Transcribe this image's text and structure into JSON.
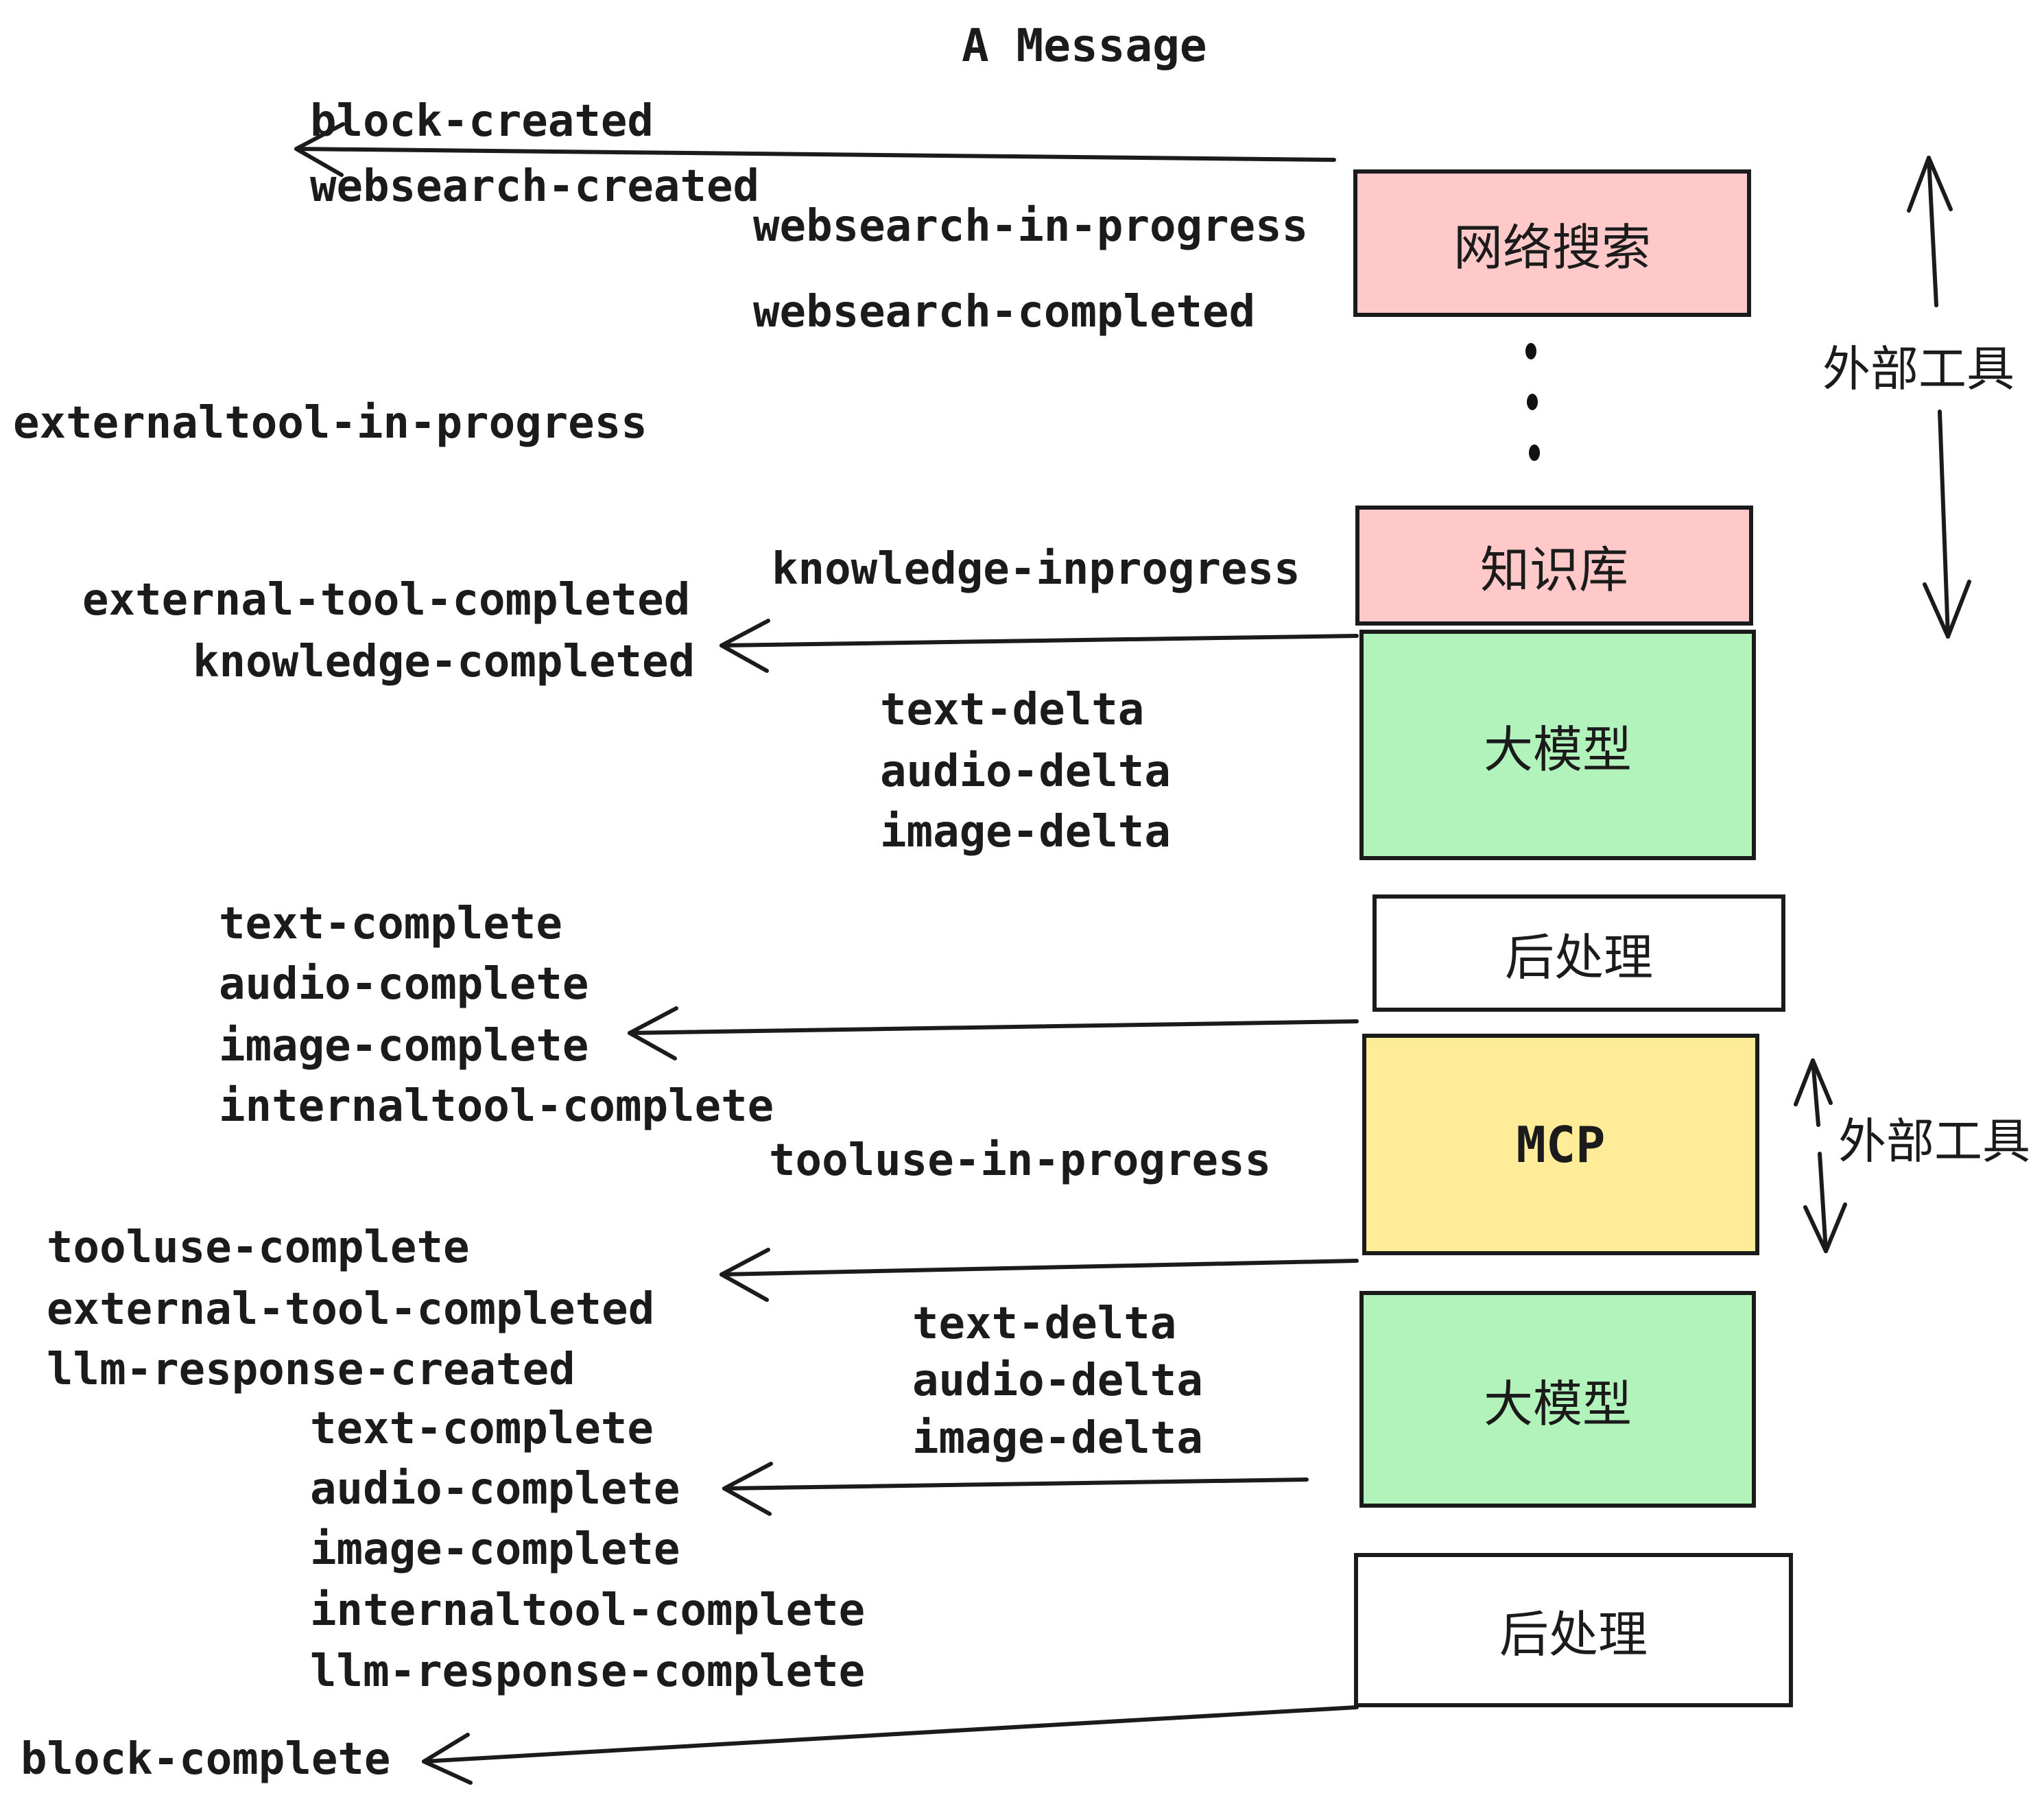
{
  "title": "A Message",
  "colors": {
    "pink": "#ffc9c9",
    "green": "#b2f2bb",
    "yellow": "#ffec99",
    "white": "#ffffff",
    "ink": "#1b1b1b"
  },
  "boxes": {
    "websearch": {
      "label": "网络搜索"
    },
    "knowledge": {
      "label": "知识库"
    },
    "llm": {
      "label": "大模型"
    },
    "post": {
      "label": "后处理"
    },
    "mcp": {
      "label": "MCP"
    }
  },
  "side_labels": {
    "external_tools": "外部工具"
  },
  "events": {
    "block_created": "block-created",
    "websearch_created": "websearch-created",
    "websearch_in_progress": "websearch-in-progress",
    "websearch_completed": "websearch-completed",
    "externaltool_in_progress": "externaltool-in-progress",
    "knowledge_inprogress": "knowledge-inprogress",
    "external_tool_completed": "external-tool-completed",
    "knowledge_completed": "knowledge-completed",
    "text_delta": "text-delta",
    "audio_delta": "audio-delta",
    "image_delta": "image-delta",
    "text_complete": "text-complete",
    "audio_complete": "audio-complete",
    "image_complete": "image-complete",
    "internaltool_complete": "internaltool-complete",
    "tooluse_in_progress": "tooluse-in-progress",
    "tooluse_complete": "tooluse-complete",
    "llm_response_created": "llm-response-created",
    "llm_response_complete": "llm-response-complete",
    "block_complete": "block-complete"
  }
}
